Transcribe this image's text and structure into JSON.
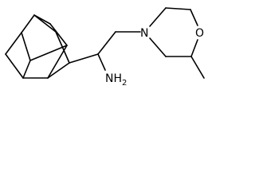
{
  "structure": {
    "atoms": {
      "nitrogen_label": "N",
      "oxygen_label": "O",
      "amine_label": "NH",
      "amine_subscript": "2"
    }
  }
}
